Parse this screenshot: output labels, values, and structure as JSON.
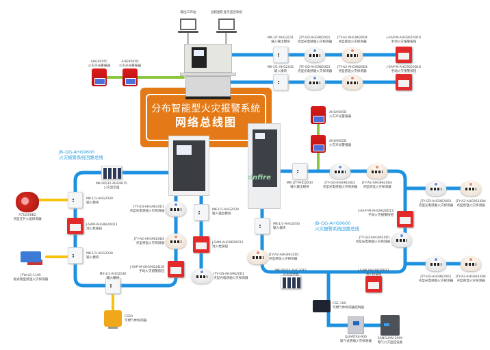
{
  "title": {
    "line1": "分布智能型火灾报警系统",
    "line2": "网络总线图"
  },
  "loops": [
    {
      "model": "JB-QG-AHG9600",
      "name": "火灾报警系统回路总线"
    },
    {
      "model": "JB-QG-AHG9600",
      "name": "火灾报警系统回路总线"
    }
  ],
  "workstations": [
    {
      "name": "输出工作站",
      "icon": "laptop-icon"
    },
    {
      "name": "远程图形显示监控系统",
      "icon": "laptop-icon"
    }
  ],
  "watermark": "dnfire",
  "colors": {
    "bus": "#1e90e0",
    "sounder_line": "#8cc63f",
    "aux_line": "#f7c20a",
    "title_bg": "#e47a17"
  },
  "devices": [
    {
      "type": "sounder",
      "model": "AHG9505C",
      "name": "火灾声光警报器"
    },
    {
      "type": "sounder",
      "model": "AHG9505D",
      "name": "火灾声光警报器"
    },
    {
      "type": "module",
      "model": "MK-1/T-AHG2031",
      "name": "输入输出模块"
    },
    {
      "type": "smoke",
      "model": "JTY-GD-AHG9620D1",
      "name": "点型光电感烟火灾探测器"
    },
    {
      "type": "heat",
      "model": "JTY-A2-AHG9620D4",
      "name": "点型感温火灾探测器"
    },
    {
      "type": "call",
      "model": "J-SAP-M-AHG9620D18",
      "name": "手动火灾报警按钮"
    },
    {
      "type": "module",
      "model": "MK-1/1-AHG2031",
      "name": "输入模块"
    },
    {
      "type": "smoke",
      "model": "JTY-GD-AHG9620D1",
      "name": "点型光电感烟火灾探测器"
    },
    {
      "type": "heat",
      "model": "JTY-A2-AHG9620D4",
      "name": "点型感温火灾探测器"
    },
    {
      "type": "call",
      "model": "J-SAP-M-AHG9620D18",
      "name": "手动火灾报警按钮"
    },
    {
      "type": "buspanel",
      "model": "MK-DX/32-AHG9615",
      "name": "火灾显示盘"
    },
    {
      "type": "module",
      "model": "MK-1/1-AHG2030",
      "name": "输入模块"
    },
    {
      "type": "flame",
      "model": "A7120/8B2",
      "name": "点型红外火焰探测器"
    },
    {
      "type": "call",
      "model": "J-SAM-AHG9620D11",
      "name": "消火栓按钮"
    },
    {
      "type": "module",
      "model": "MK-1/1-AHG2030",
      "name": "输入模块"
    },
    {
      "type": "linear",
      "model": "JTW-LD-1105",
      "name": "缆式线型感温火灾探测器"
    },
    {
      "type": "module",
      "model": "MK-1/1-AHG2030",
      "name": "输入模块"
    },
    {
      "type": "gas",
      "model": "CS50",
      "name": "可燃气体探测器"
    },
    {
      "type": "smoke",
      "model": "JTY-GD-AHG9620D1",
      "name": "点型光电感烟火灾探测器"
    },
    {
      "type": "heat",
      "model": "JTY-A2-AHG9620D4",
      "name": "点型感温火灾探测器"
    },
    {
      "type": "call",
      "model": "J-SAP-M-AHG9620D18",
      "name": "手动火灾报警按钮"
    },
    {
      "type": "module",
      "model": "MK-1/1-AHG2030",
      "name": "输入输出模块"
    },
    {
      "type": "call",
      "model": "J-SAM-AHG9620D11",
      "name": "消火栓按钮"
    },
    {
      "type": "smoke",
      "model": "JTY-GD-AHG9620D1",
      "name": "点型光电感烟火灾探测器"
    },
    {
      "type": "sounder",
      "model": "AHG9505D",
      "name": "火灾声光警报器"
    },
    {
      "type": "sounder",
      "model": "AHG9505D",
      "name": "火灾声光警报器"
    },
    {
      "type": "module",
      "model": "MK-1/T-AHG2030",
      "name": "输入输出模块"
    },
    {
      "type": "smoke",
      "model": "JTY-GD-AHG9620D1",
      "name": "点型光电感烟火灾探测器"
    },
    {
      "type": "heat",
      "model": "JTY-A2-AHG9620D4",
      "name": "点型感温火灾探测器"
    },
    {
      "type": "smoke",
      "model": "JTY-GD-AHG9620D1",
      "name": "点型光电感烟火灾探测器"
    },
    {
      "type": "heat",
      "model": "JTY-A2-AHG9620D4",
      "name": "点型感温火灾探测器"
    },
    {
      "type": "call",
      "model": "J-SA-P-M-AHG9620D13",
      "name": "手动火灾报警按钮"
    },
    {
      "type": "module",
      "model": "MK-1/1-AHG2030",
      "name": "输入模块"
    },
    {
      "type": "smoke",
      "model": "JTY-GD-AHG9620D1",
      "name": "点型光电感烟火灾探测器"
    },
    {
      "type": "heat",
      "model": "JTY-A2-AHG9620D1",
      "name": "点型感温火灾探测器"
    },
    {
      "type": "buspanel",
      "model": "MK-DD/32-AHG2015",
      "name": "火灾显示盘"
    },
    {
      "type": "call",
      "model": "J-SAM-AHG9620D11",
      "name": "消火栓按钮"
    },
    {
      "type": "smoke",
      "model": "JTY-GD-AHG9620D1",
      "name": "点型光电感烟火灾探测器"
    },
    {
      "type": "heat",
      "model": "JTY-A2-AHG9620D4",
      "name": "点型感温火灾探测器"
    },
    {
      "type": "cse",
      "model": "CSE-100",
      "name": "可燃气体探测器控制器"
    },
    {
      "type": "quartas",
      "model": "QUARTAS-900",
      "name": "吸气式感烟火灾探测器"
    },
    {
      "type": "sanguan",
      "model": "SANGUAN-2000",
      "name": "电气火灾监控设备"
    }
  ]
}
